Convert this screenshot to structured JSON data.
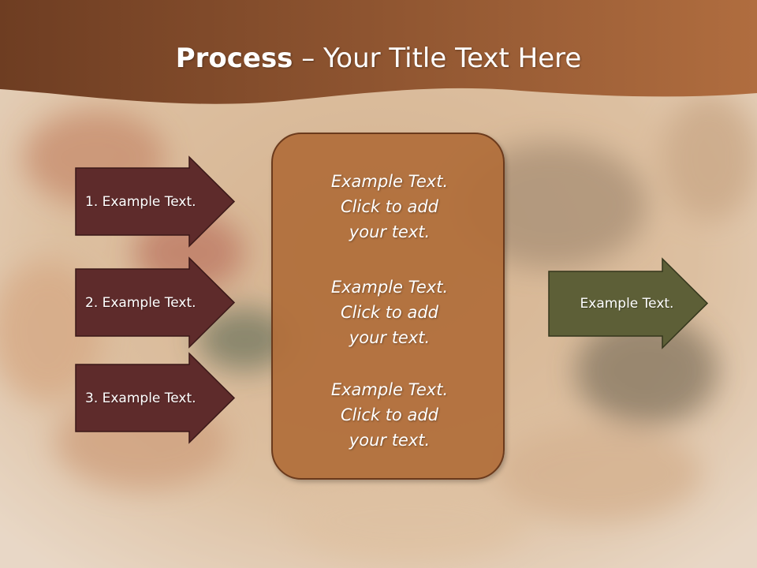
{
  "slide": {
    "title_bold": "Process",
    "title_rest": " – Your Title Text Here"
  },
  "steps": [
    {
      "label": "1. Example Text."
    },
    {
      "label": "2. Example Text."
    },
    {
      "label": "3. Example Text."
    }
  ],
  "center_blocks": [
    {
      "lines": [
        "Example Text.",
        "Click  to add",
        "your text."
      ]
    },
    {
      "lines": [
        "Example Text.",
        "Click  to add",
        "your text."
      ]
    },
    {
      "lines": [
        "Example Text.",
        "Click  to add",
        "your text."
      ]
    }
  ],
  "result": {
    "label": "Example Text."
  },
  "colors": {
    "header": "#7a4526",
    "step_arrow": "#5e2b2b",
    "center_box": "#b06e3a",
    "result_arrow": "#5d5f37"
  }
}
